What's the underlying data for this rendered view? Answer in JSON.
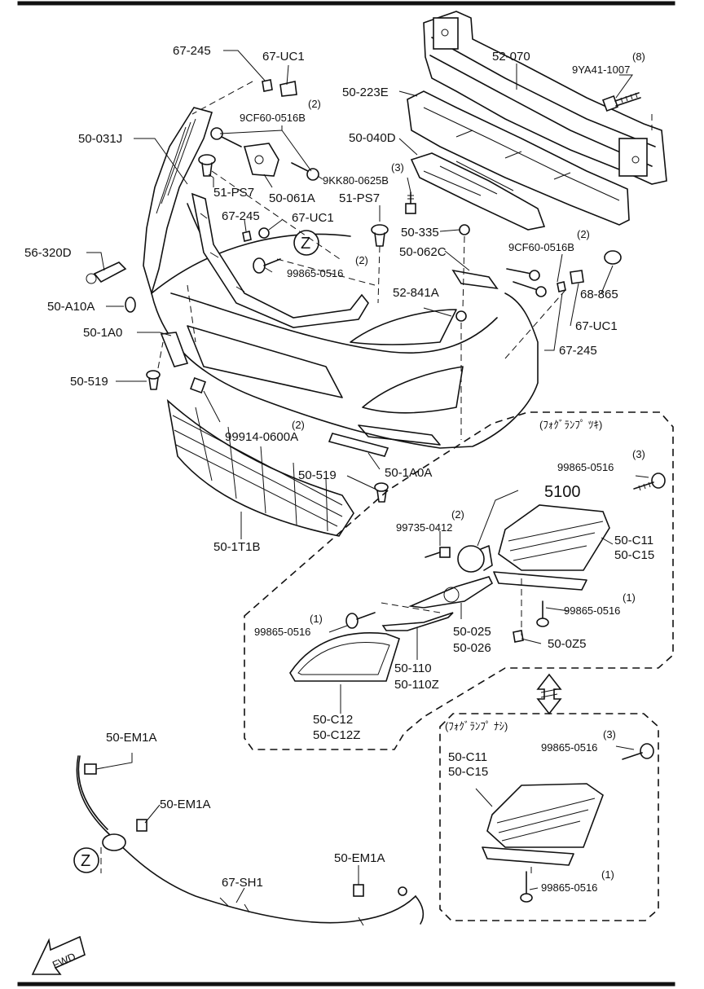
{
  "labels": {
    "p67_245_a": "67-245",
    "p67_uc1_a": "67-UC1",
    "p52_070": "52-070",
    "p9ya41_qty": "(8)",
    "p9ya41": "9YA41-1007",
    "p50_223e": "50-223E",
    "p9cf60_qty_a": "(2)",
    "p9cf60_a": "9CF60-0516B",
    "p50_031j": "50-031J",
    "p50_040d": "50-040D",
    "p9kk80_qty": "(3)",
    "p9kk80": "9KK80-0625B",
    "p51_ps7_a": "51-PS7",
    "p50_061a": "50-061A",
    "p51_ps7_b": "51-PS7",
    "p67_245_b": "67-245",
    "p67_uc1_b": "67-UC1",
    "p50_335": "50-335",
    "p9cf60_qty_b": "(2)",
    "p9cf60_b": "9CF60-0516B",
    "p56_320d": "56-320D",
    "p99865_qty_a": "(2)",
    "p99865_a": "99865-0516",
    "p50_062c": "50-062C",
    "p68_865": "68-865",
    "p50_a10a": "50-A10A",
    "p52_841a": "52-841A",
    "p67_uc1_c": "67-UC1",
    "p50_1a0": "50-1A0",
    "p67_245_c": "67-245",
    "p50_519_a": "50-519",
    "p99914_qty": "(2)",
    "p99914": "99914-0600A",
    "p50_1a0a": "50-1A0A",
    "p50_519_b": "50-519",
    "p50_1t1b": "50-1T1B",
    "fog_with": "(ﾌｫｸﾞﾗﾝﾌﾟ ﾂｷ)",
    "p99865_qty_b": "(3)",
    "p99865_b": "99865-0516",
    "p5100": "5100",
    "p99735_qty": "(2)",
    "p99735": "99735-0412",
    "p50_c11_a": "50-C11",
    "p50_c15_a": "50-C15",
    "p99865_qty_c": "(1)",
    "p99865_c": "99865-0516",
    "p99865_qty_d": "(1)",
    "p99865_d": "99865-0516",
    "p50_025": "50-025",
    "p50_026": "50-026",
    "p50_0z5": "50-0Z5",
    "p50_110": "50-110",
    "p50_110z": "50-110Z",
    "p50_c12": "50-C12",
    "p50_c12z": "50-C12Z",
    "p50_em1a_a": "50-EM1A",
    "p50_em1a_b": "50-EM1A",
    "p50_em1a_c": "50-EM1A",
    "p67_sh1": "67-SH1",
    "fog_without": "(ﾌｫｸﾞﾗﾝﾌﾟ ﾅｼ)",
    "p99865_qty_e": "(3)",
    "p99865_e": "99865-0516",
    "p50_c11_b": "50-C11",
    "p50_c15_b": "50-C15",
    "p99865_qty_f": "(1)",
    "p99865_f": "99865-0516",
    "z_marker": "Z",
    "fwd": "FWD"
  }
}
